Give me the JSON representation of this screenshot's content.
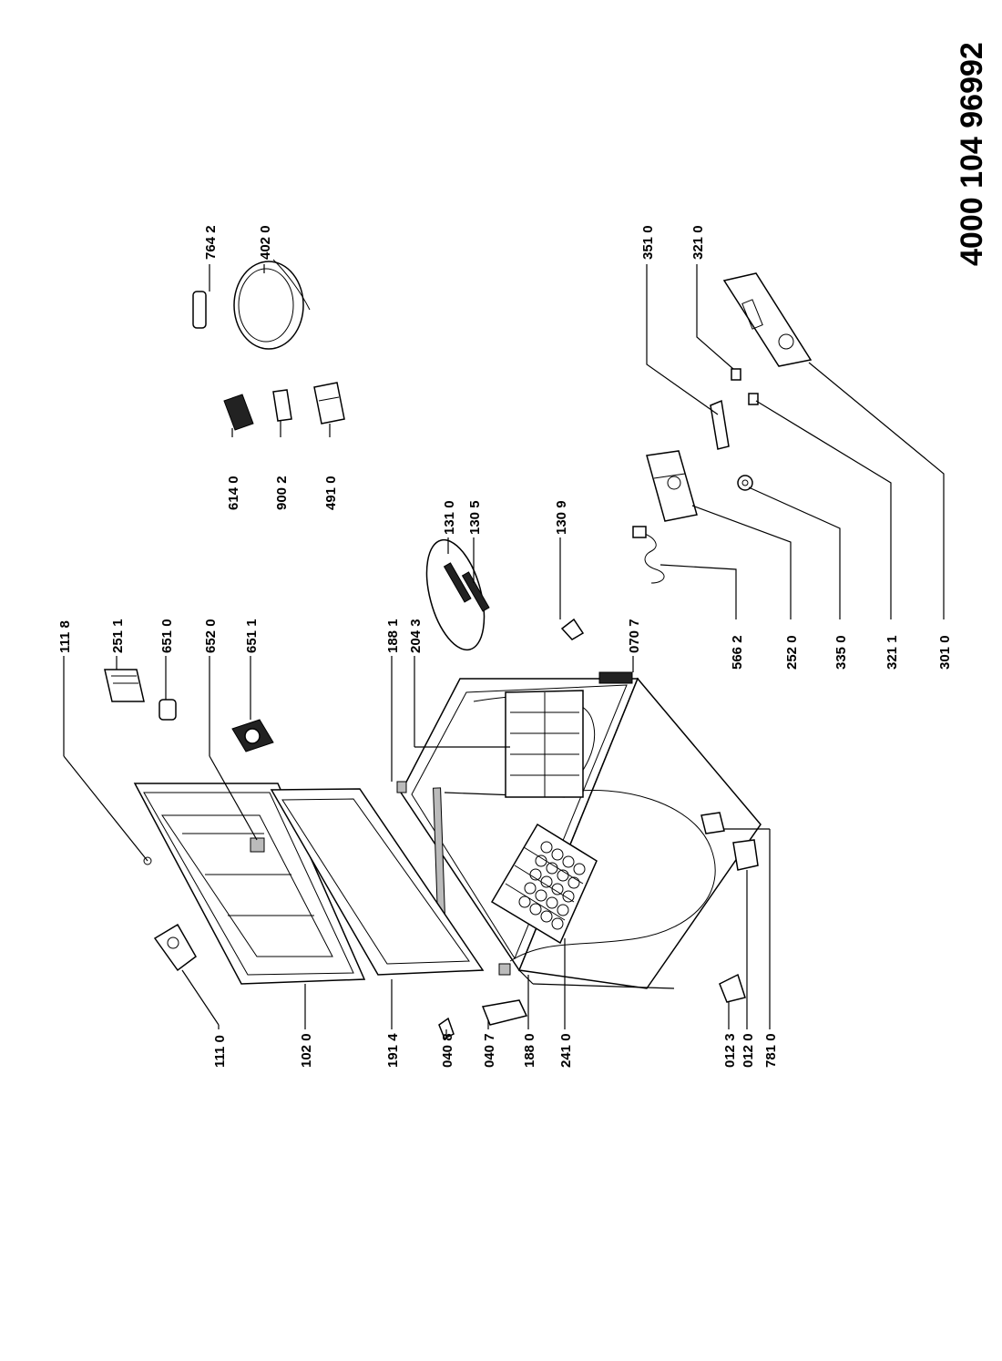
{
  "document_number": "4000 104 96992",
  "labels": {
    "l1110": "111 0",
    "l1020": "102 0",
    "l1914": "191 4",
    "l0408": "040 8",
    "l0407": "040 7",
    "l1880": "188 0",
    "l2410": "241 0",
    "l0123": "012 3",
    "l0120": "012 0",
    "l7810": "781 0",
    "l1118": "111 8",
    "l2511": "251 1",
    "l6510": "651 0",
    "l6520": "652 0",
    "l6511": "651 1",
    "l1881": "188 1",
    "l2043": "204 3",
    "l0707": "070 7",
    "l1310": "131 0",
    "l1305": "130 5",
    "l1309": "130 9",
    "l6140": "614 0",
    "l9002": "900 2",
    "l4910": "491 0",
    "l7642": "764 2",
    "l4020": "402 0",
    "l3510": "351 0",
    "l3210": "321 0",
    "l5662": "566 2",
    "l2520": "252 0",
    "l3350": "335 0",
    "l3211": "321 1",
    "l3010": "301 0"
  }
}
